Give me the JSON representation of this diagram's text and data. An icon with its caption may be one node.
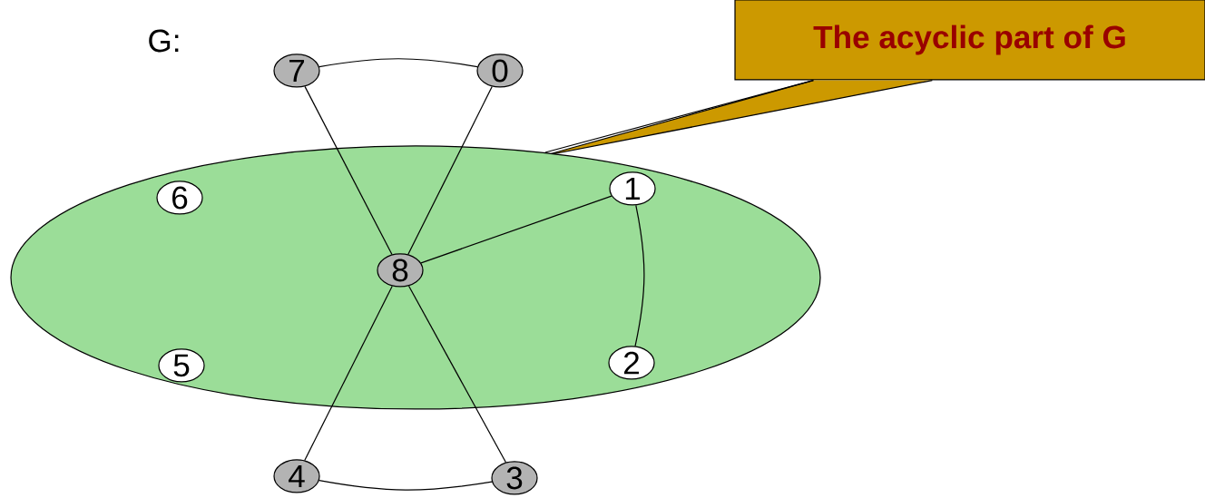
{
  "diagram": {
    "nodes": [
      {
        "text": [
          "7"
        ]
      },
      {
        "text": [
          "0"
        ]
      },
      {
        "text": [
          "The acyclic part of G"
        ]
      },
      {
        "text": [],
        "shape": "ellipse"
      },
      {
        "text": [
          "6"
        ],
        "in": 3
      },
      {
        "text": [
          "1"
        ],
        "in": 3
      },
      {
        "text": [
          "8"
        ],
        "in": 3
      },
      {
        "text": [
          "5"
        ],
        "in": 3
      },
      {
        "text": [
          "2"
        ],
        "in": 3
      },
      {
        "text": [
          "4"
        ]
      },
      {
        "text": [
          "3"
        ]
      }
    ],
    "edges": [
      {
        "from": 0,
        "to": 1,
        "arrow": "none"
      },
      {
        "from": 0,
        "to": 6,
        "arrow": "none"
      },
      {
        "from": 1,
        "to": 6,
        "arrow": "none"
      },
      {
        "from": 6,
        "to": 5,
        "arrow": "none"
      },
      {
        "from": 5,
        "to": 8,
        "arrow": "none"
      },
      {
        "from": 6,
        "to": 9,
        "arrow": "none"
      },
      {
        "from": 6,
        "to": 10,
        "arrow": "none"
      },
      {
        "from": 9,
        "to": 10,
        "arrow": "none"
      },
      {
        "from": 2,
        "to": 3,
        "arrow": "none"
      }
    ],
    "labels": [
      "G:"
    ]
  }
}
